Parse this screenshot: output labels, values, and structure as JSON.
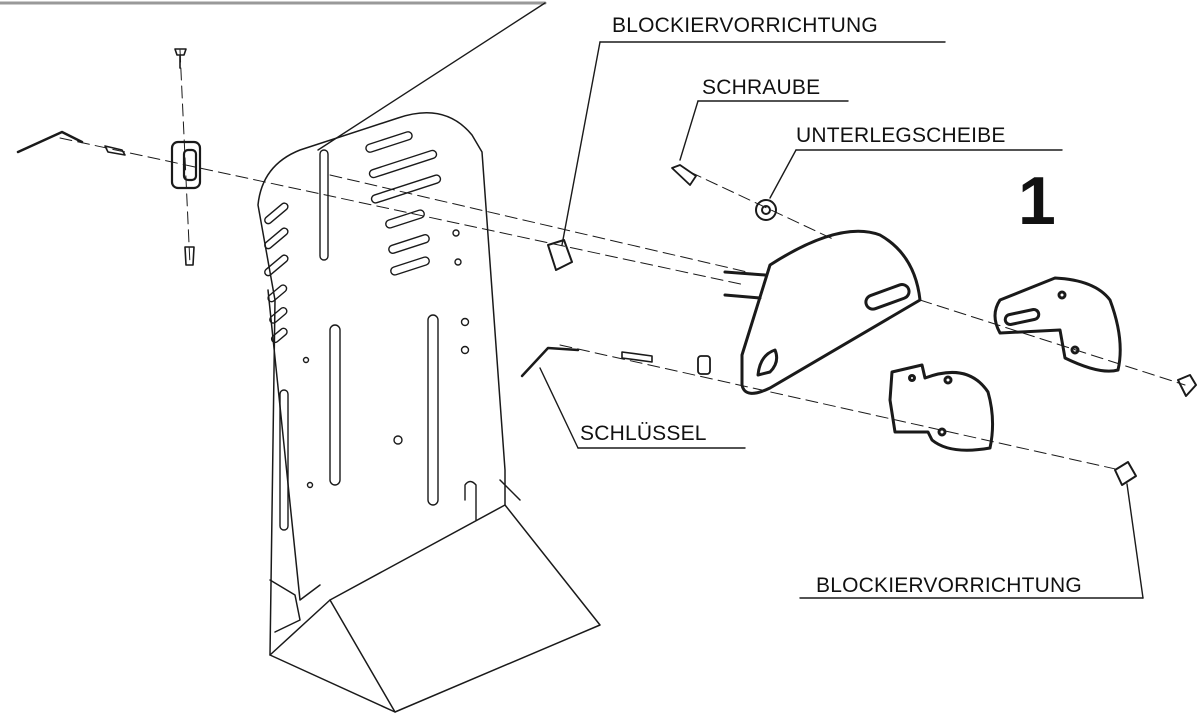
{
  "diagram": {
    "step_number": "1",
    "labels": {
      "lock_top": "BLOCKIERVORRICHTUNG",
      "screw": "SCHRAUBE",
      "washer": "UNTERLEGSCHEIBE",
      "key": "SCHLÜSSEL",
      "lock_bottom": "BLOCKIERVORRICHTUNG"
    }
  }
}
